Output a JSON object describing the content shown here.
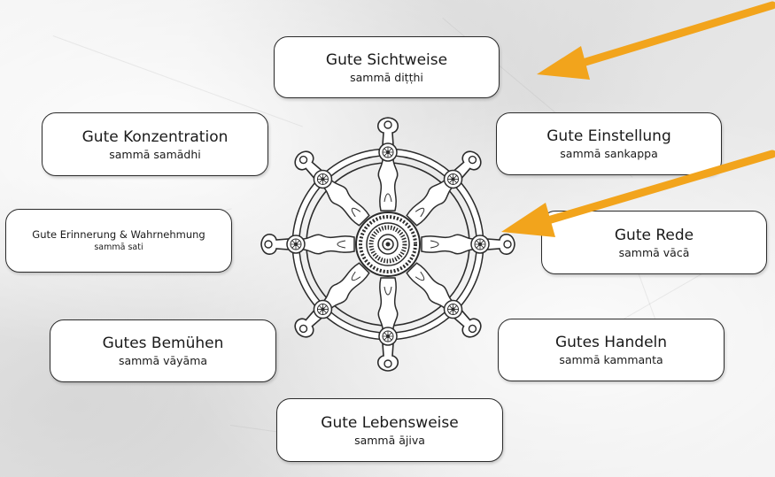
{
  "path": [
    {
      "title": "Gute Sichtweise",
      "sub": "sammā diṭṭhi"
    },
    {
      "title": "Gute Einstellung",
      "sub": "sammā sankappa"
    },
    {
      "title": "Gute Rede",
      "sub": "sammā vācā"
    },
    {
      "title": "Gutes Handeln",
      "sub": "sammā kammanta"
    },
    {
      "title": "Gute Lebensweise",
      "sub": "sammā ājiva"
    },
    {
      "title": "Gutes Bemühen",
      "sub": "sammā vāyāma"
    },
    {
      "title": "Gute Erinnerung & Wahrnehmung",
      "sub": "sammā sati"
    },
    {
      "title": "Gute Konzentration",
      "sub": "sammā samādhi"
    }
  ],
  "colors": {
    "arrow": "#f2a41c",
    "line": "#2b2b2b"
  },
  "icons": {
    "center": "dharma-wheel-icon",
    "pointer": "arrow-icon"
  }
}
